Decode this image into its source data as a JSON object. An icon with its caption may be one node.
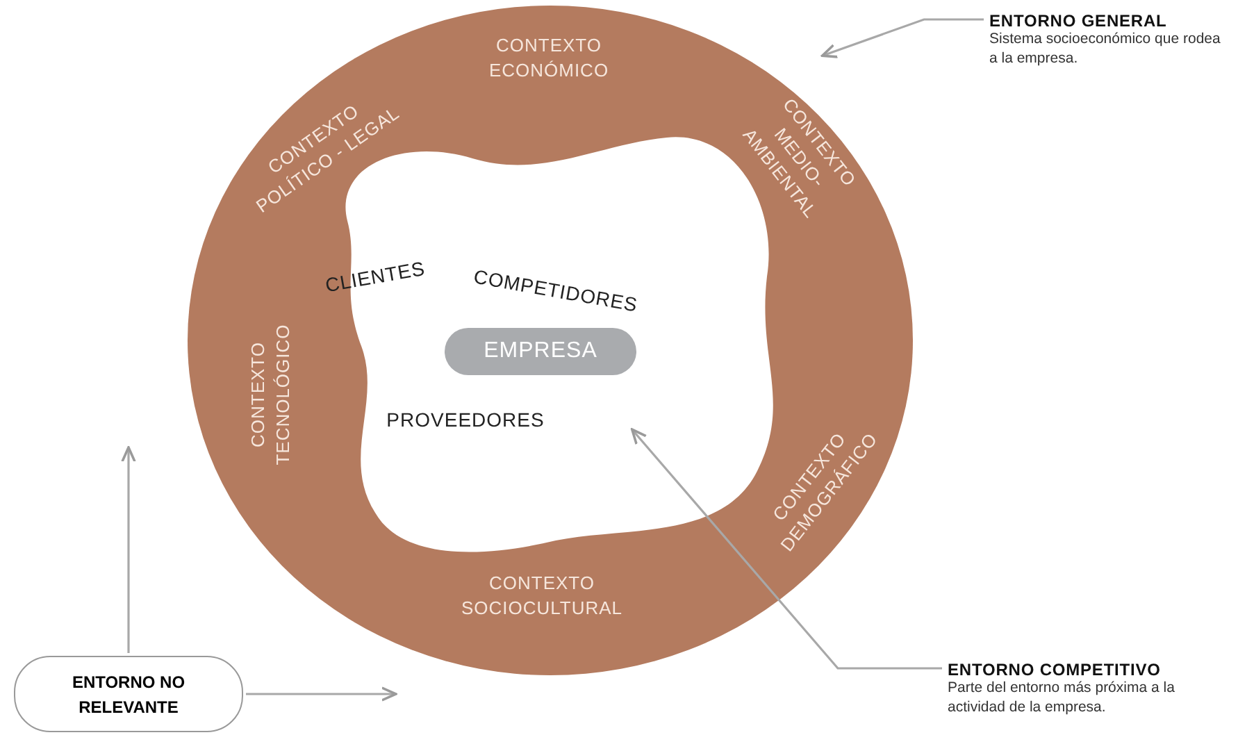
{
  "diagram": {
    "nodes": [
      {
        "text": [
          "CONTEXTO ECONÓMICO",
          "CONTEXTO MEDIO-AMBIENTAL",
          "CONTEXTO DEMOGRÁFICO",
          "CONTEXTO SOCIOCULTURAL",
          "CONTEXTO TECNOLÓGICO",
          "CONTEXTO POLÍTICO - LEGAL"
        ]
      },
      {
        "text": [
          "CLIENTES",
          "COMPETIDORES",
          "PROVEEDORES"
        ],
        "in": 0
      },
      {
        "text": [
          "EMPRESA"
        ],
        "in": 1
      },
      {
        "text": [
          "ENTORNO GENERAL",
          "Sistema socioeconómico que rodea a la empresa."
        ]
      },
      {
        "text": [
          "ENTORNO COMPETITIVO",
          "Parte del entorno más próxima a la actividad de la empresa."
        ]
      },
      {
        "text": [
          "ENTORNO NO RELEVANTE"
        ]
      }
    ],
    "edges": [
      {
        "from": 3,
        "to": 0,
        "arrow": "to"
      },
      {
        "from": 4,
        "to": 1,
        "arrow": "to"
      },
      {
        "from": 5,
        "to": null,
        "arrow": "to"
      },
      {
        "from": 5,
        "to": null,
        "arrow": "to"
      }
    ]
  }
}
